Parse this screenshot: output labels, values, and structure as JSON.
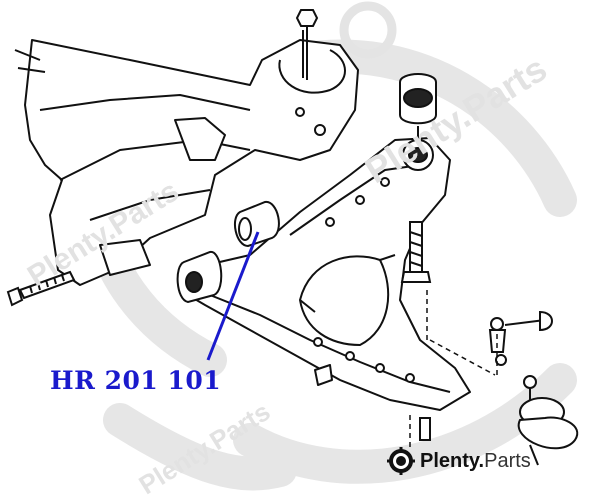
{
  "part_callout": {
    "label": "HR 201 101",
    "color": "#1a1acc"
  },
  "brand": {
    "name": "Plenty",
    "suffix": "Parts"
  },
  "watermark": {
    "text": "Plenty.Parts",
    "color": "#e2e2e2"
  },
  "line_color": "#111111"
}
